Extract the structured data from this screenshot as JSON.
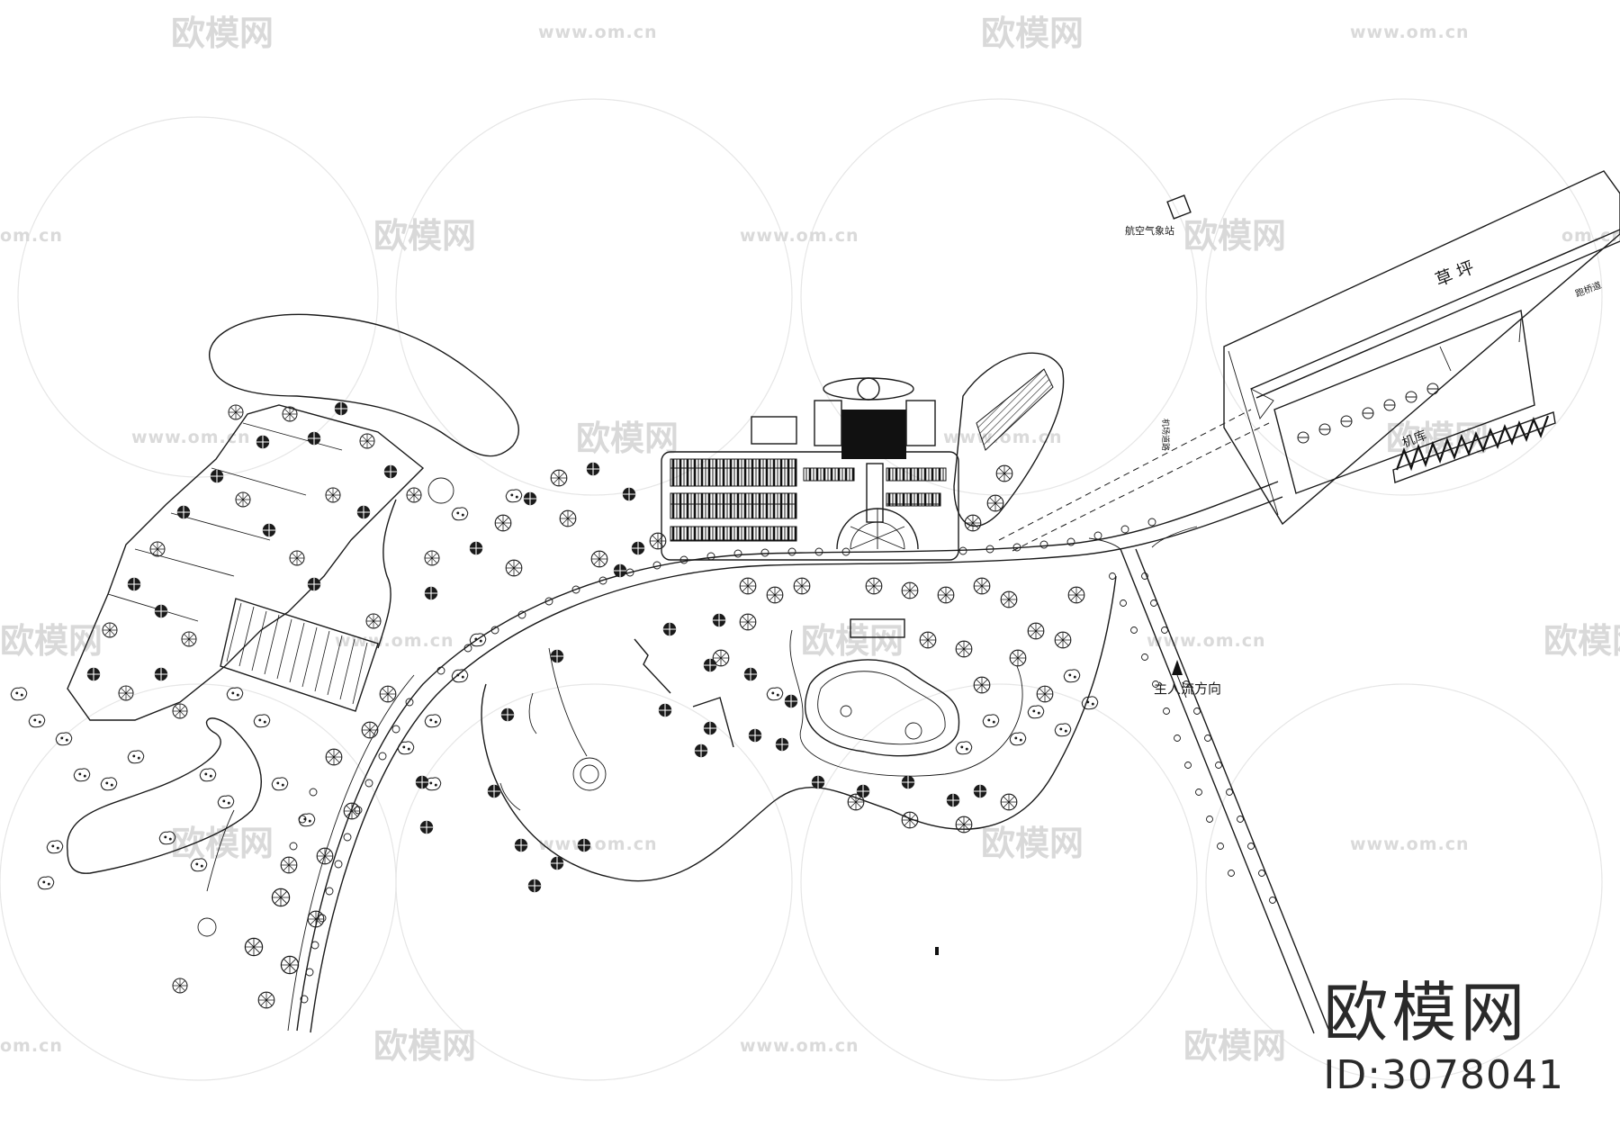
{
  "labels": {
    "lawn": "草  坪",
    "hangar": "机库",
    "flow_direction": "主人流方向",
    "weather_station": "航空气象站",
    "runway_side": "跑桥道",
    "road_vertical": "机场道路"
  },
  "watermark": {
    "brand_text": "欧模网",
    "url_text": "www.om.cn",
    "url_fragment": "om.cn"
  },
  "footer": {
    "brand": "欧模网",
    "id": "ID:3078041"
  }
}
